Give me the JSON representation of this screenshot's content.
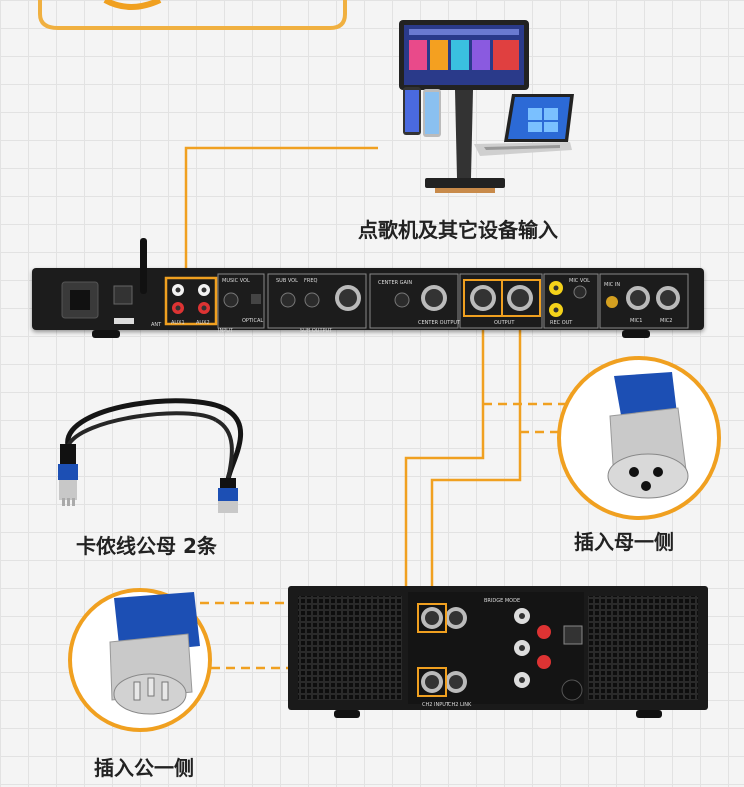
{
  "labels": {
    "source_devices": "点歌机及其它设备输入",
    "cable": "卡侬线公母 2条",
    "female_side": "插入母一侧",
    "male_side": "插入公一侧"
  },
  "processor_panel": {
    "aux1": "AUX1",
    "aux2": "AUX2",
    "input": "INPUT",
    "music_vol": "MUSIC VOL",
    "optical": "OPTICAL",
    "sub_vol": "SUB VOL",
    "freq": "FREQ",
    "sub_output": "SUB OUTPUT",
    "center_gain": "CENTER GAIN",
    "center_output": "CENTER OUTPUT",
    "output": "OUTPUT",
    "mic_vol": "MIC VOL",
    "rec_out": "REC OUT",
    "mic_in": "MIC IN",
    "mic1": "MIC1",
    "mic2": "MIC2",
    "ant": "ANT"
  },
  "amplifier_panel": {
    "ch2_input": "CH2 INPUT",
    "ch2_link": "CH2 LINK",
    "bridge_mode": "BRIDGE MODE"
  },
  "colors": {
    "accent_orange": "#f0a020",
    "processor_body": "#1c1c1c",
    "connector_blue": "#1c4fb4"
  }
}
